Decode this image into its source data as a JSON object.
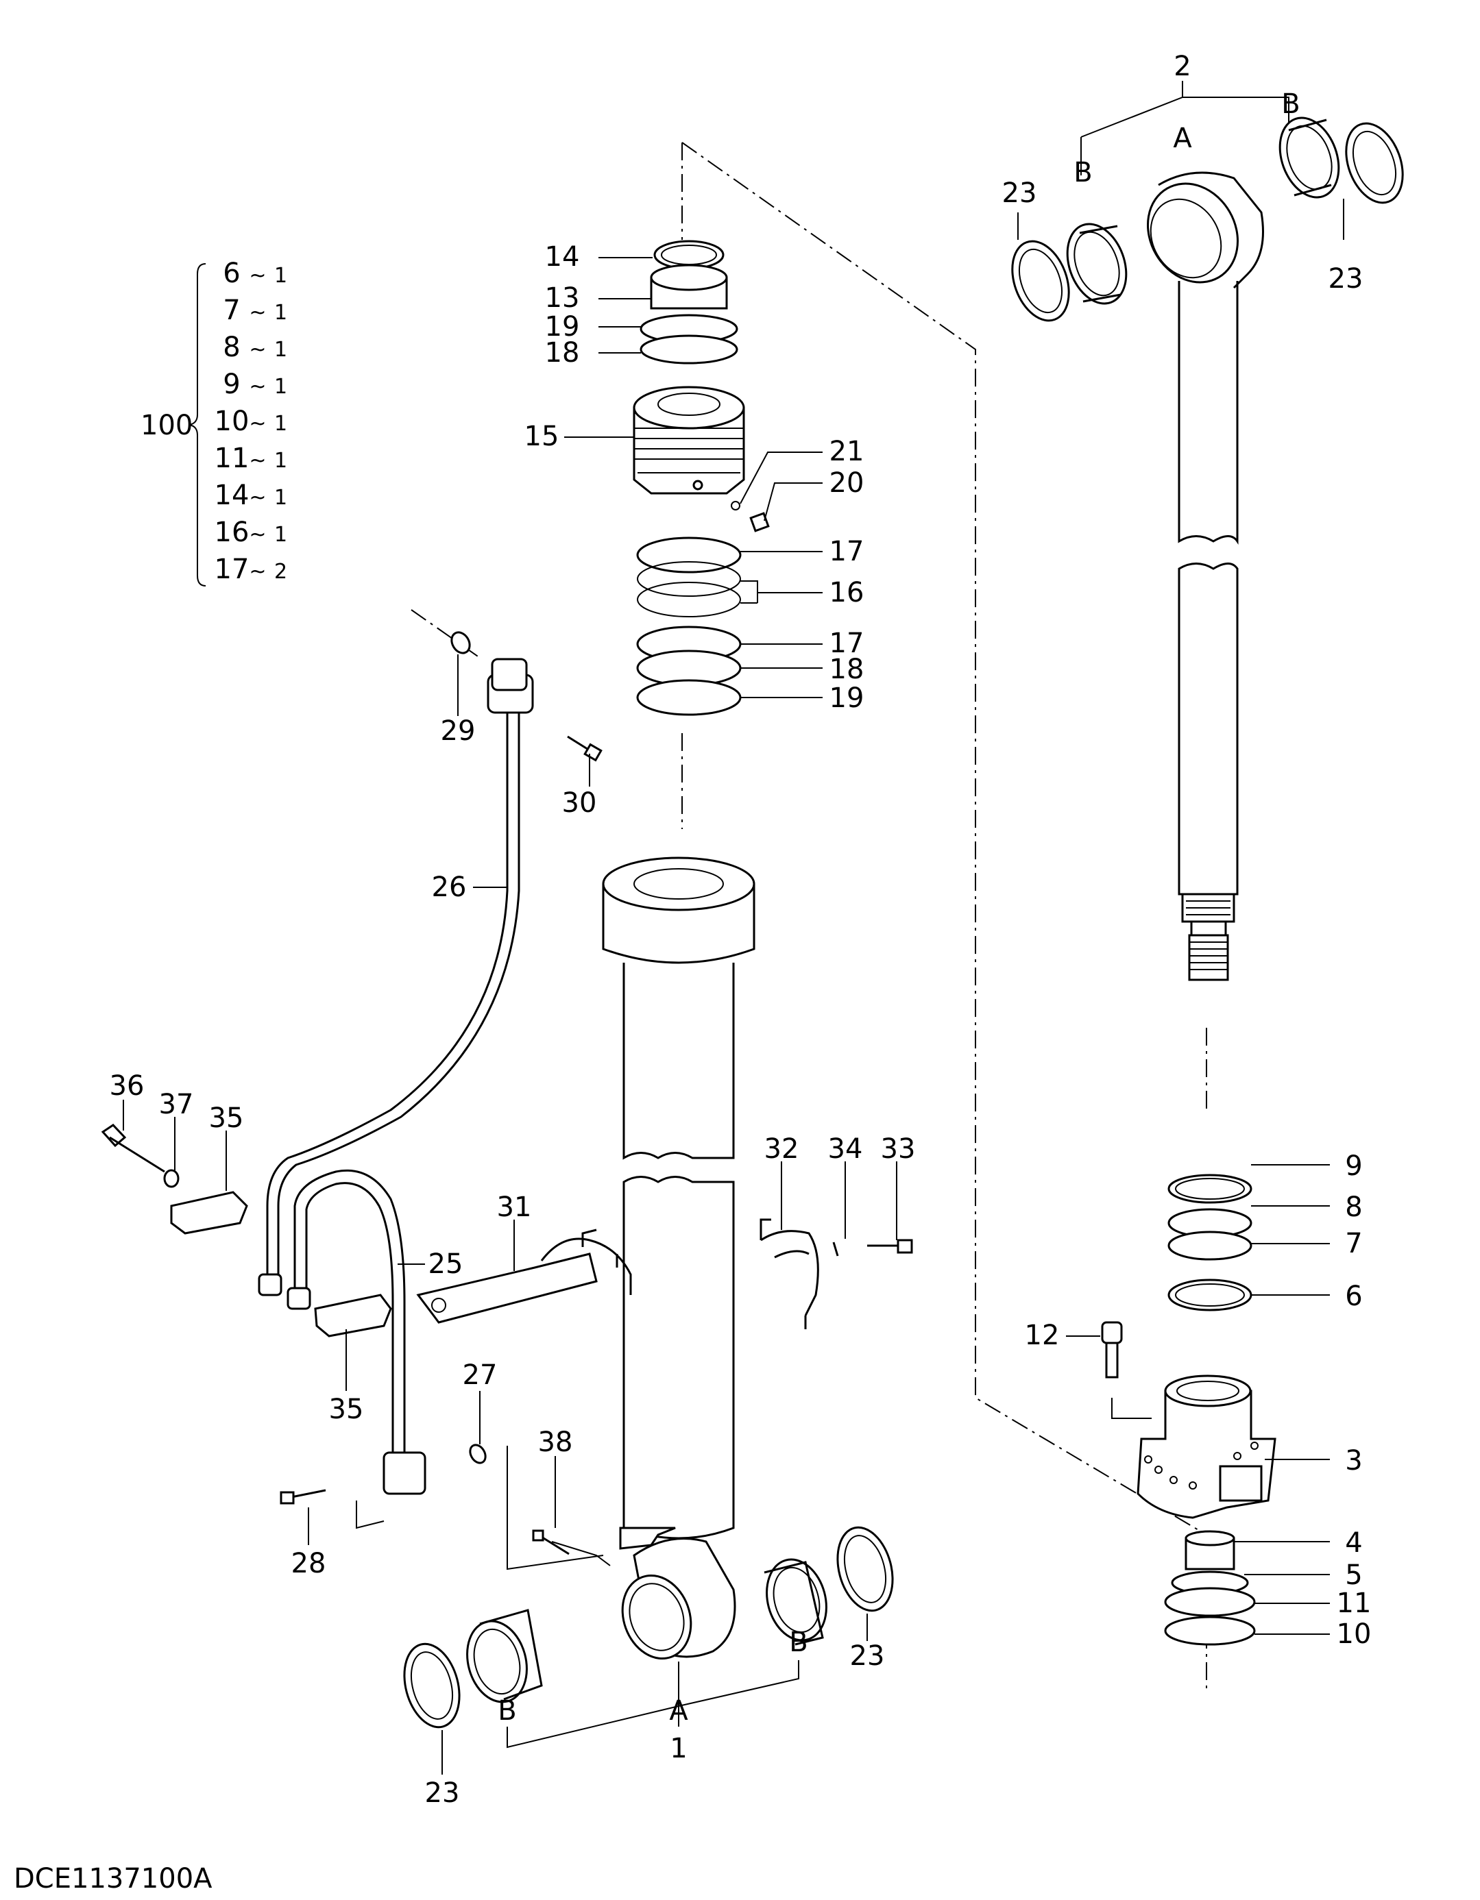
{
  "drawing_code": "DCE1137100A",
  "kit": {
    "number": "100",
    "items": [
      {
        "part": "6",
        "sep": "~",
        "qty": "1"
      },
      {
        "part": "7",
        "sep": "~",
        "qty": "1"
      },
      {
        "part": "8",
        "sep": "~",
        "qty": "1"
      },
      {
        "part": "9",
        "sep": "~",
        "qty": "1"
      },
      {
        "part": "10",
        "sep": "~",
        "qty": "1"
      },
      {
        "part": "11",
        "sep": "~",
        "qty": "1"
      },
      {
        "part": "14",
        "sep": "~",
        "qty": "1"
      },
      {
        "part": "16",
        "sep": "~",
        "qty": "1"
      },
      {
        "part": "17",
        "sep": "~",
        "qty": "2"
      }
    ]
  },
  "callouts": {
    "p1": "1",
    "p2": "2",
    "p3": "3",
    "p4": "4",
    "p5": "5",
    "p6": "6",
    "p7": "7",
    "p8": "8",
    "p9": "9",
    "p10": "10",
    "p11": "11",
    "p12": "12",
    "p13": "13",
    "p14": "14",
    "p15": "15",
    "p16": "16",
    "p17a": "17",
    "p17b": "17",
    "p18a": "18",
    "p18b": "18",
    "p19a": "19",
    "p19b": "19",
    "p20": "20",
    "p21": "21",
    "p23a": "23",
    "p23b": "23",
    "p23c": "23",
    "p23d": "23",
    "p25": "25",
    "p26": "26",
    "p27": "27",
    "p28": "28",
    "p29": "29",
    "p30": "30",
    "p31": "31",
    "p32": "32",
    "p33": "33",
    "p34": "34",
    "p35a": "35",
    "p35b": "35",
    "p36": "36",
    "p37": "37",
    "p38": "38",
    "A_top": "A",
    "B_top_left": "B",
    "B_top_right": "B",
    "A_bottom": "A",
    "B_bottom_left": "B",
    "B_bottom_right": "B"
  }
}
